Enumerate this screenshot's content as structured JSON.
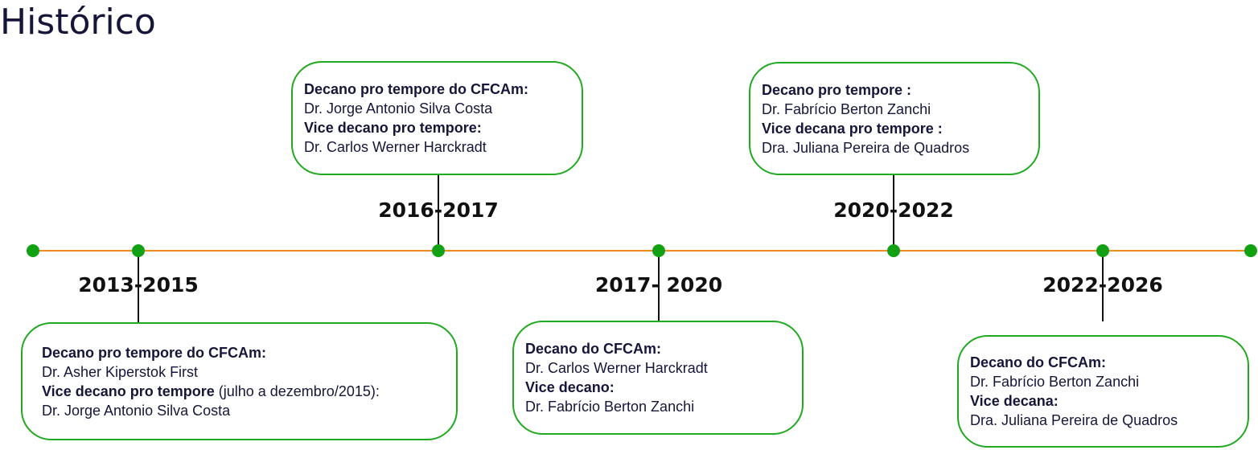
{
  "title": "Histórico",
  "colors": {
    "axis": "#f08a1c",
    "dot": "#12a112",
    "card_border": "#22a922"
  },
  "periods": [
    {
      "year": "2013-2015",
      "lines": [
        {
          "bold": "Decano pro tempore do CFCAm:",
          "normal": ""
        },
        {
          "bold": "",
          "normal": "Dr. Asher Kiperstok First"
        },
        {
          "bold": "Vice decano pro tempore",
          "normal": " (julho a dezembro/2015):"
        },
        {
          "bold": "",
          "normal": "Dr. Jorge Antonio Silva Costa"
        }
      ]
    },
    {
      "year": "2016-2017",
      "lines": [
        {
          "bold": "Decano pro tempore do CFCAm:",
          "normal": ""
        },
        {
          "bold": "",
          "normal": "Dr. Jorge Antonio Silva Costa"
        },
        {
          "bold": "Vice decano pro tempore:",
          "normal": ""
        },
        {
          "bold": "",
          "normal": "Dr. Carlos Werner Harckradt"
        }
      ]
    },
    {
      "year": "2017- 2020",
      "lines": [
        {
          "bold": "Decano do CFCAm:",
          "normal": ""
        },
        {
          "bold": "",
          "normal": "Dr. Carlos Werner Harckradt"
        },
        {
          "bold": "Vice decano:",
          "normal": ""
        },
        {
          "bold": "",
          "normal": "Dr. Fabrício Berton Zanchi"
        }
      ]
    },
    {
      "year": "2020-2022",
      "lines": [
        {
          "bold": "Decano pro tempore :",
          "normal": ""
        },
        {
          "bold": "",
          "normal": "Dr. Fabrício Berton Zanchi"
        },
        {
          "bold": "Vice decana pro tempore :",
          "normal": ""
        },
        {
          "bold": "",
          "normal": "Dra. Juliana Pereira de Quadros"
        }
      ]
    },
    {
      "year": "2022-2026",
      "lines": [
        {
          "bold": "Decano do CFCAm:",
          "normal": ""
        },
        {
          "bold": "",
          "normal": "Dr. Fabrício Berton Zanchi"
        },
        {
          "bold": "Vice decana:",
          "normal": ""
        },
        {
          "bold": "",
          "normal": "Dra. Juliana Pereira de Quadros"
        }
      ]
    }
  ]
}
